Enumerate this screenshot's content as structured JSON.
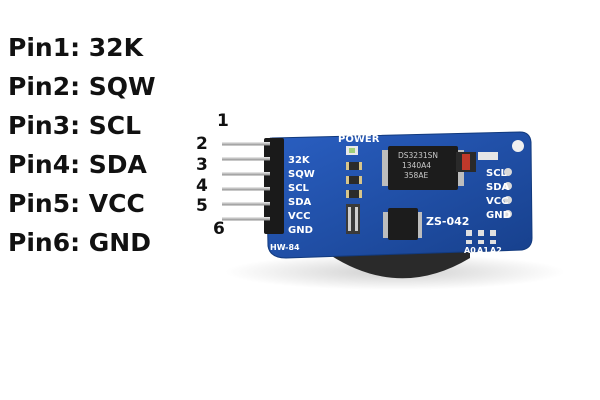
{
  "pins": [
    {
      "label": "Pin1: 32K"
    },
    {
      "label": "Pin2: SQW"
    },
    {
      "label": "Pin3: SCL"
    },
    {
      "label": "Pin4: SDA"
    },
    {
      "label": "Pin5: VCC"
    },
    {
      "label": "Pin6: GND"
    }
  ],
  "pin_numbers": [
    "1",
    "2",
    "3",
    "4",
    "5",
    "6"
  ],
  "board": {
    "left_labels": [
      "32K",
      "SQW",
      "SCL",
      "SDA",
      "VCC",
      "GND"
    ],
    "right_labels": [
      "SCL",
      "SDA",
      "VCC",
      "GND"
    ],
    "power_label": "POWER",
    "model_label": "ZS-042",
    "bottom_left_label": "HW-84",
    "address_labels": [
      "A0",
      "A1",
      "A2"
    ],
    "chip_main_text": [
      "DS3231SN",
      "1340A4",
      "358AE"
    ],
    "colors": {
      "pcb": "#1f4fa8",
      "pin": "#c4c4c4",
      "header": "#1a1a1a"
    }
  }
}
